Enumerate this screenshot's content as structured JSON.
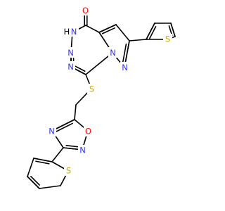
{
  "molecule": {
    "colors": {
      "bond": "#000000",
      "N": "#3333ff",
      "O": "#ff0000",
      "S": "#c8aa00",
      "background": "#ffffff"
    },
    "atom_labels": {
      "carbonyl_o": "O",
      "nh": "H",
      "nh_n": "N",
      "n6": "N",
      "n7": "N",
      "n_bridge": "N",
      "n_pz": "N",
      "s_top_thiophene": "S",
      "s_linker": "S",
      "oxd_o": "O",
      "oxd_n4": "N",
      "oxd_n2": "N",
      "s_bottom_thiophene": "S"
    }
  }
}
